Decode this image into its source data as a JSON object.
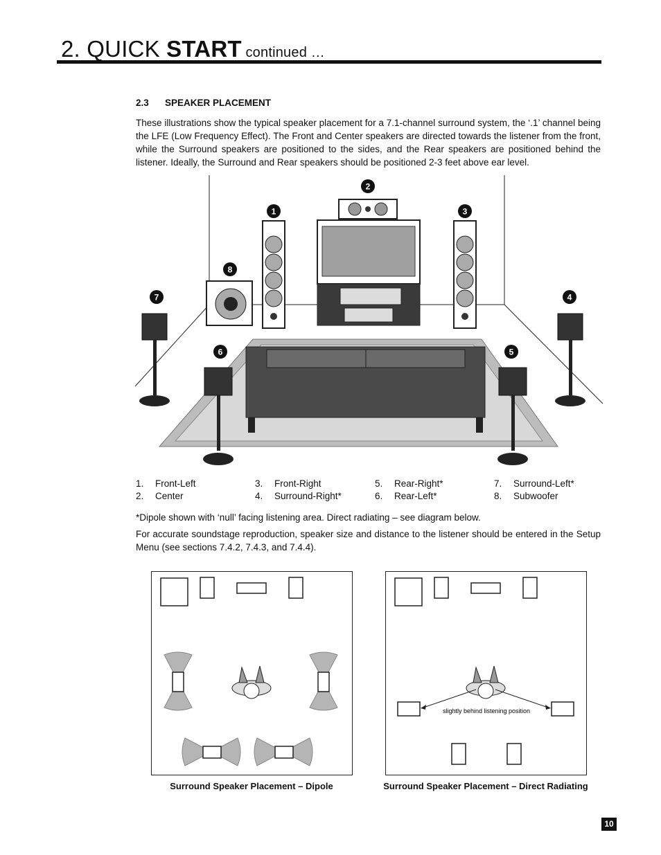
{
  "header": {
    "title_prefix": "2. QUICK ",
    "title_bold": "START",
    "title_suffix": " continued …"
  },
  "section": {
    "number": "2.3",
    "title": "SPEAKER PLACEMENT"
  },
  "intro": "These illustrations show the typical speaker placement for a 7.1-channel surround system, the ‘.1’ channel being the LFE (Low Frequency Effect). The Front and Center speakers are directed towards the listener from the front, while the Surround speakers are positioned to the sides, and the Rear speakers are positioned behind the listener. Ideally, the Surround and Rear speakers should be positioned 2-3 feet above ear level.",
  "illustration": {
    "badges": [
      "1",
      "2",
      "3",
      "4",
      "5",
      "6",
      "7",
      "8"
    ]
  },
  "legend": [
    {
      "num": "1.",
      "label": "Front-Left"
    },
    {
      "num": "2.",
      "label": "Center"
    },
    {
      "num": "3.",
      "label": "Front-Right"
    },
    {
      "num": "4.",
      "label": "Surround-Right*"
    },
    {
      "num": "5.",
      "label": "Rear-Right*"
    },
    {
      "num": "6.",
      "label": "Rear-Left*"
    },
    {
      "num": "7.",
      "label": "Surround-Left*"
    },
    {
      "num": "8.",
      "label": "Subwoofer"
    }
  ],
  "dipole_note": "*Dipole shown with ‘null’ facing listening area. Direct radiating – see diagram below.",
  "soundstage_note": "For accurate soundstage reproduction, speaker size and distance to the listener should be entered in the Setup Menu (see sections 7.4.2, 7.4.3, and 7.4.4).",
  "diagrams": {
    "dipole_caption": "Surround Speaker Placement – Dipole",
    "direct_caption": "Surround Speaker Placement – Direct Radiating",
    "direct_note": "slightly behind listening position"
  },
  "page_number": "10"
}
